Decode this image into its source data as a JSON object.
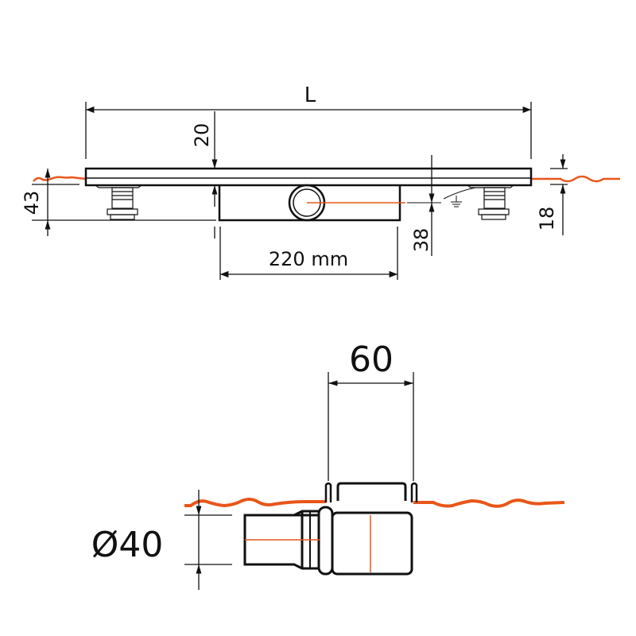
{
  "top_view": {
    "length_label": "L",
    "dim_top_plate": "20",
    "dim_total_height": "43",
    "dim_outlet_height": "38",
    "dim_floor_level": "18",
    "dim_body_width": "220 mm"
  },
  "bottom_view": {
    "dim_width": "60",
    "dim_pipe_diameter": "Ø40"
  },
  "colors": {
    "line": "#111111",
    "floor": "#e8561a"
  }
}
